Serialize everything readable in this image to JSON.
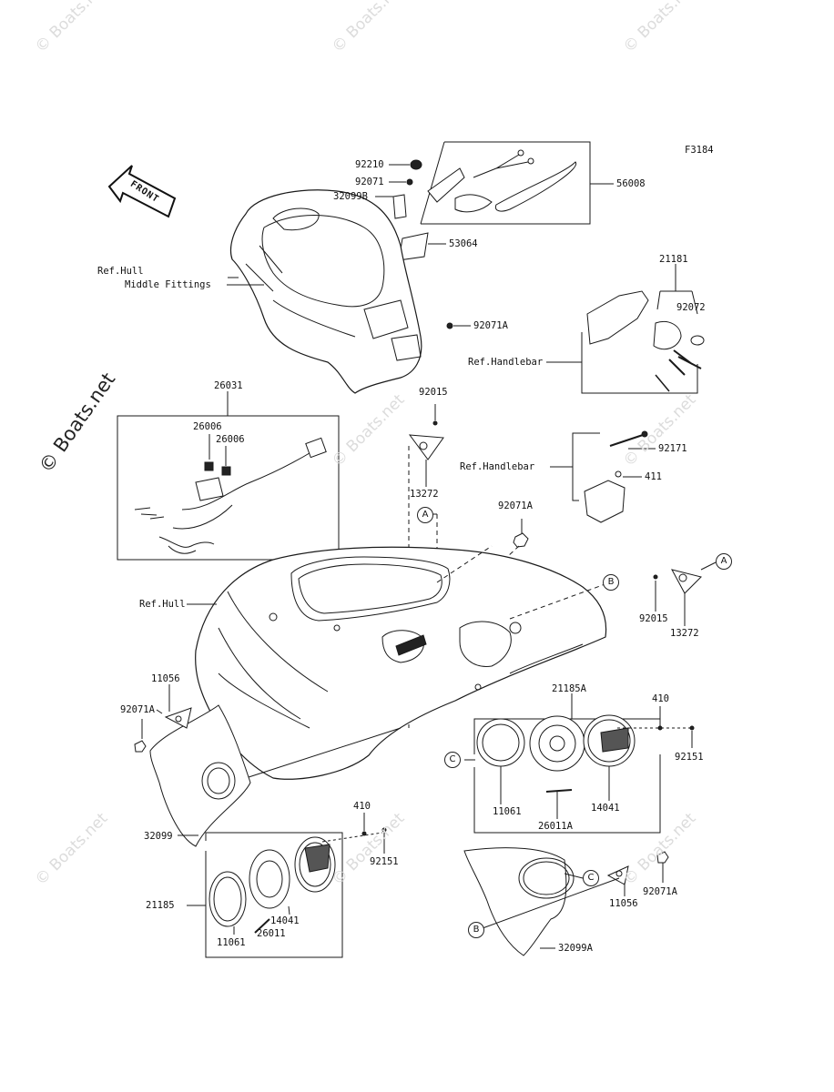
{
  "diagram": {
    "figure_code": "F3184",
    "front_marker": "FRONT",
    "watermark_text": "© Boats.net",
    "side_watermark_text": "© Boats.net",
    "part_labels": {
      "p92210": "92210",
      "p92071_top": "92071",
      "p32099B": "32099B",
      "p56008": "56008",
      "p53064": "53064",
      "ref_hull_top": "Ref.Hull",
      "middle_fittings": "Middle Fittings",
      "p92071A_top": "92071A",
      "p21181": "21181",
      "p92072": "92072",
      "ref_handlebar_1": "Ref.Handlebar",
      "p26031": "26031",
      "p92015_top": "92015",
      "p26006_a": "26006",
      "p26006_b": "26006",
      "p13272_top": "13272",
      "p92171": "92171",
      "ref_handlebar_2": "Ref.Handlebar",
      "p411": "411",
      "p92071A_mid": "92071A",
      "ref_hull_mid": "Ref.Hull",
      "p92015_right": "92015",
      "p13272_right": "13272",
      "p11056_left": "11056",
      "p92071A_left": "92071A",
      "p21185A": "21185A",
      "p410_right": "410",
      "p92151_right": "92151",
      "p11061_right": "11061",
      "p26011A": "26011A",
      "p14041_right": "14041",
      "p32099": "32099",
      "p410_left": "410",
      "p92151_left": "92151",
      "p21185": "21185",
      "p14041_left": "14041",
      "p11061_left": "11061",
      "p26011": "26011",
      "p92071A_bottom": "92071A",
      "p11056_right": "11056",
      "p32099A": "32099A"
    },
    "callouts": {
      "a": "A",
      "b": "B",
      "c": "C"
    }
  }
}
